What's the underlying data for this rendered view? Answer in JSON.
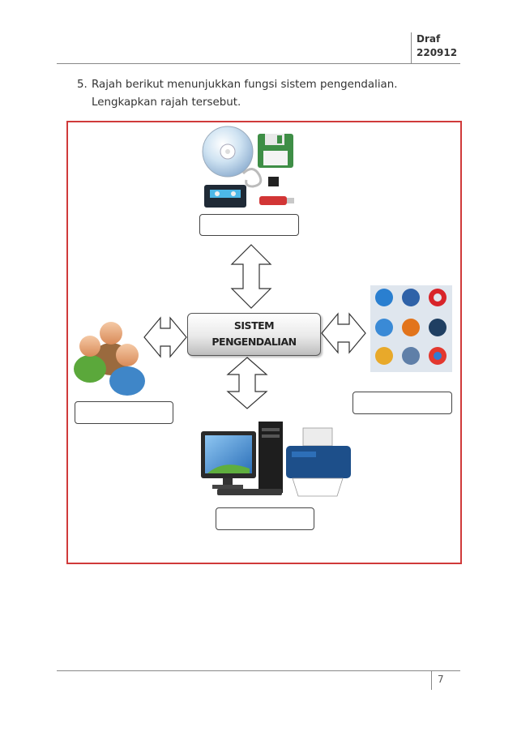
{
  "header": {
    "draft_label": "Draf",
    "draft_code": "220912"
  },
  "question": {
    "number": "5.",
    "line1": "Rajah berikut menunjukkan fungsi sistem pengendalian.",
    "line2": "Lengkapkan rajah tersebut."
  },
  "diagram": {
    "center_line1": "SISTEM",
    "center_line2": "PENGENDALIAN",
    "frame_color": "#d03a3a",
    "icons": [
      "storage-media-icon",
      "users-icon",
      "software-apps-icon",
      "computer-hardware-icon"
    ]
  },
  "footer": {
    "page_number": "7"
  }
}
